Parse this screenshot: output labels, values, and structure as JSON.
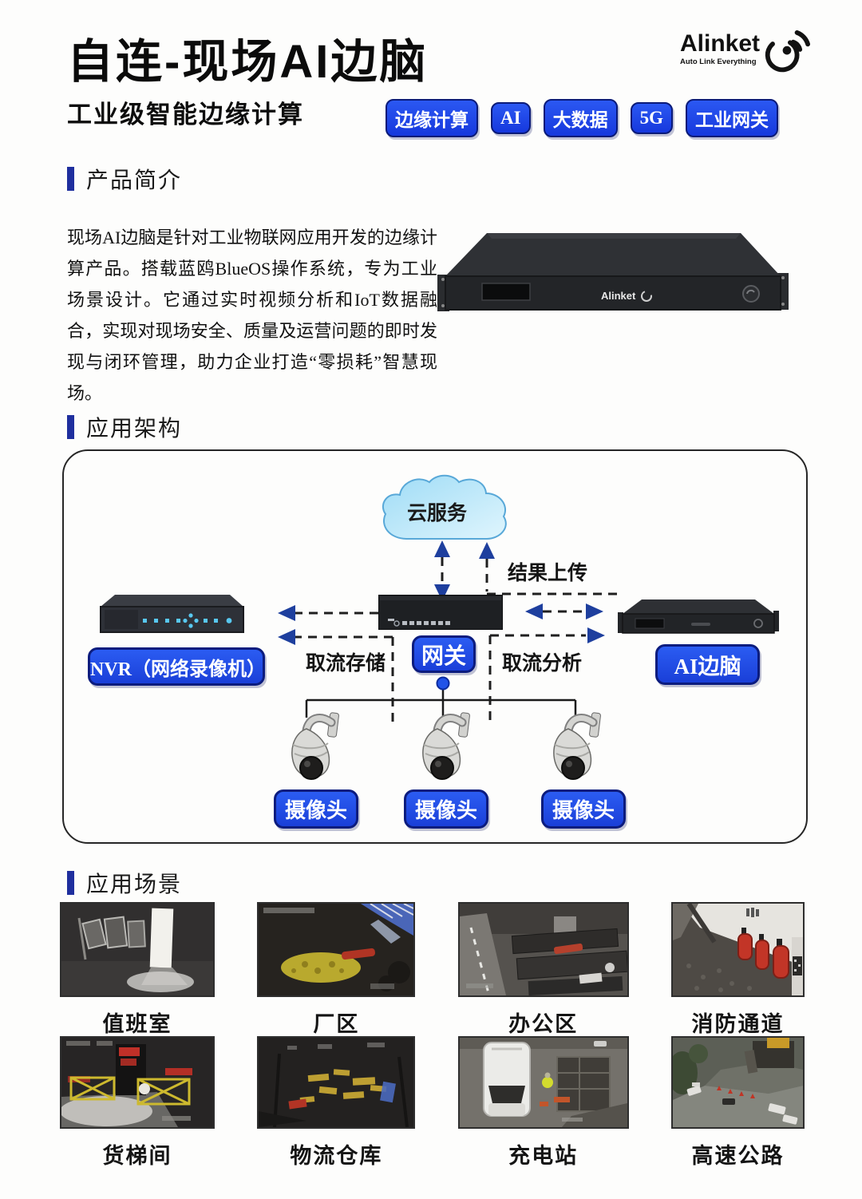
{
  "colors": {
    "accent_blue": "#1d4ae8",
    "pill_border": "#0c1c7e",
    "heading_bar_blue": "#1f2f9e",
    "arrow_navy": "#1e3f9e",
    "cloud_fill": "#aadef4",
    "cloud_stroke": "#58a8d8",
    "tag_text": "#ffffff"
  },
  "header": {
    "title": "自连-现场AI边脑",
    "subtitle": "工业级智能边缘计算",
    "tags": [
      "边缘计算",
      "AI",
      "大数据",
      "5G",
      "工业网关"
    ],
    "logo": {
      "name": "Alinket",
      "tagline": "Auto Link Everything"
    }
  },
  "intro": {
    "heading": "产品简介",
    "body": "现场AI边脑是针对工业物联网应用开发的边缘计算产品。搭载蓝鸥BlueOS操作系统，专为工业场景设计。它通过实时视频分析和IoT数据融合，实现对现场安全、质量及运营问题的即时发现与闭环管理，助力企业打造“零损耗”智慧现场。",
    "device_brand": "Alinket"
  },
  "architecture": {
    "heading": "应用架构",
    "nodes": {
      "cloud": "云服务",
      "gateway": "网关",
      "nvr": "NVR（网络录像机）",
      "ai_brain": "AI边脑",
      "cameras": [
        "摄像头",
        "摄像头",
        "摄像头"
      ]
    },
    "edges": {
      "upload": "结果上传",
      "store": "取流存储",
      "analyze": "取流分析"
    }
  },
  "scenarios": {
    "heading": "应用场景",
    "items": [
      {
        "label": "值班室"
      },
      {
        "label": "厂区"
      },
      {
        "label": "办公区"
      },
      {
        "label": "消防通道"
      },
      {
        "label": "货梯间"
      },
      {
        "label": "物流仓库"
      },
      {
        "label": "充电站"
      },
      {
        "label": "高速公路"
      }
    ]
  }
}
